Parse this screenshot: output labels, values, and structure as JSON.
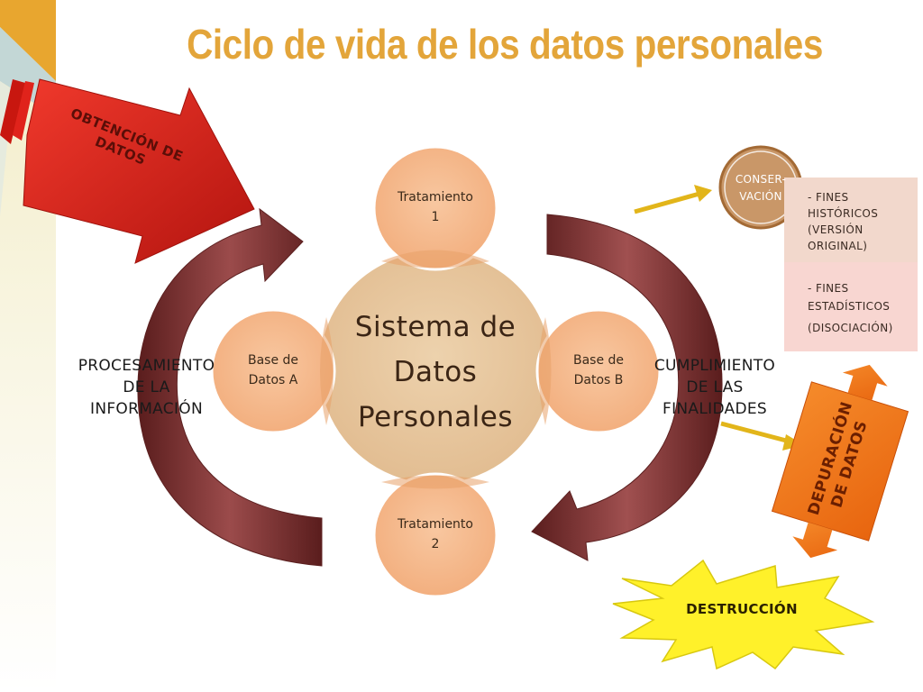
{
  "title": "Ciclo de vida de los datos personales",
  "center": {
    "line1": "Sistema de",
    "line2": "Datos",
    "line3": "Personales"
  },
  "tratamiento1": {
    "line1": "Tratamiento",
    "line2": "1"
  },
  "tratamiento2": {
    "line1": "Tratamiento",
    "line2": "2"
  },
  "base_a": {
    "line1": "Base de",
    "line2": "Datos A"
  },
  "base_b": {
    "line1": "Base de",
    "line2": "Datos B"
  },
  "obtencion": {
    "line1": "OBTENCIÓN DE",
    "line2": "DATOS"
  },
  "procesamiento": {
    "line1": "PROCESAMIENTO",
    "line2": "DE LA",
    "line3": "INFORMACIÓN"
  },
  "cumplimiento": {
    "line1": "CUMPLIMIENTO",
    "line2": "DE LAS",
    "line3": "FINALIDADES"
  },
  "conservacion": {
    "line1": "CONSER-",
    "line2": "VACIÓN"
  },
  "fines_historicos": {
    "line1": "- FINES",
    "line2": "HISTÓRICOS",
    "line3": "(VERSIÓN",
    "line4": "ORIGINAL)"
  },
  "fines_estadisticos": {
    "line1": "- FINES",
    "line2": "ESTADÍSTICOS",
    "line3": "(DISOCIACIÓN)"
  },
  "depuracion": {
    "line1": "DEPURACIÓN",
    "line2": "DE DATOS"
  },
  "destruccion": "DESTRUCCIÓN",
  "colors": {
    "title": "#e3a53a",
    "center_fill": "#e9c9a1",
    "circle_fill": "#f4b98c",
    "red_arrow": "#e0231b",
    "cycle_arrow": "#7a2b2b",
    "depuracion": "#f07a1a",
    "destruccion": "#fff12a"
  }
}
